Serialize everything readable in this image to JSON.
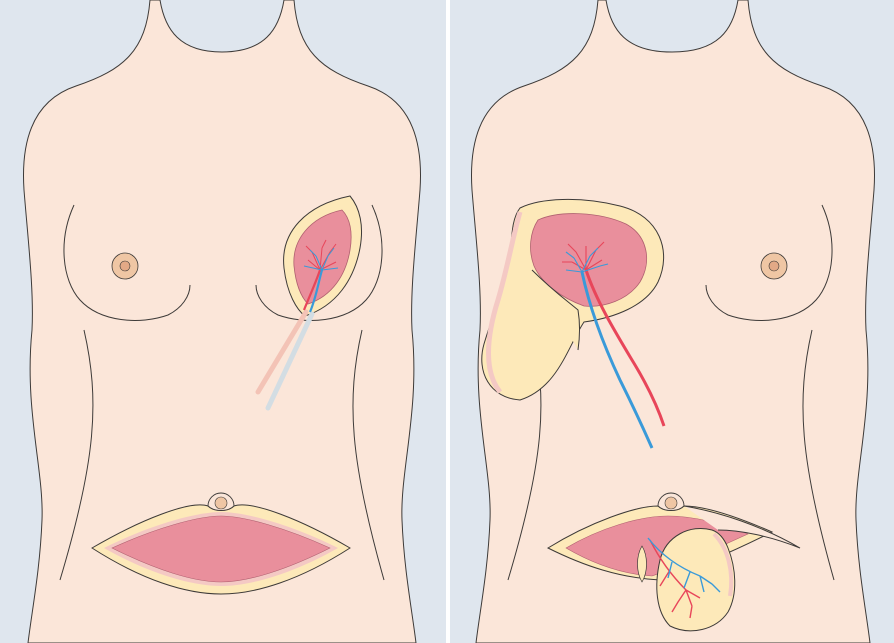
{
  "colors": {
    "background": "#dfe6ee",
    "skin": "#fbe6d9",
    "outline": "#3d3a38",
    "fat": "#fde9b9",
    "muscle": "#e98f9c",
    "dermis": "#f4c9c4",
    "artery": "#e8465a",
    "vein": "#3a9ad9",
    "areola": "#efc6a4",
    "nipple": "#e3a986",
    "divider": "#ffffff"
  },
  "panels": [
    {
      "id": "left",
      "view": "before-flap-transfer"
    },
    {
      "id": "right",
      "view": "after-flap-transfer"
    }
  ]
}
